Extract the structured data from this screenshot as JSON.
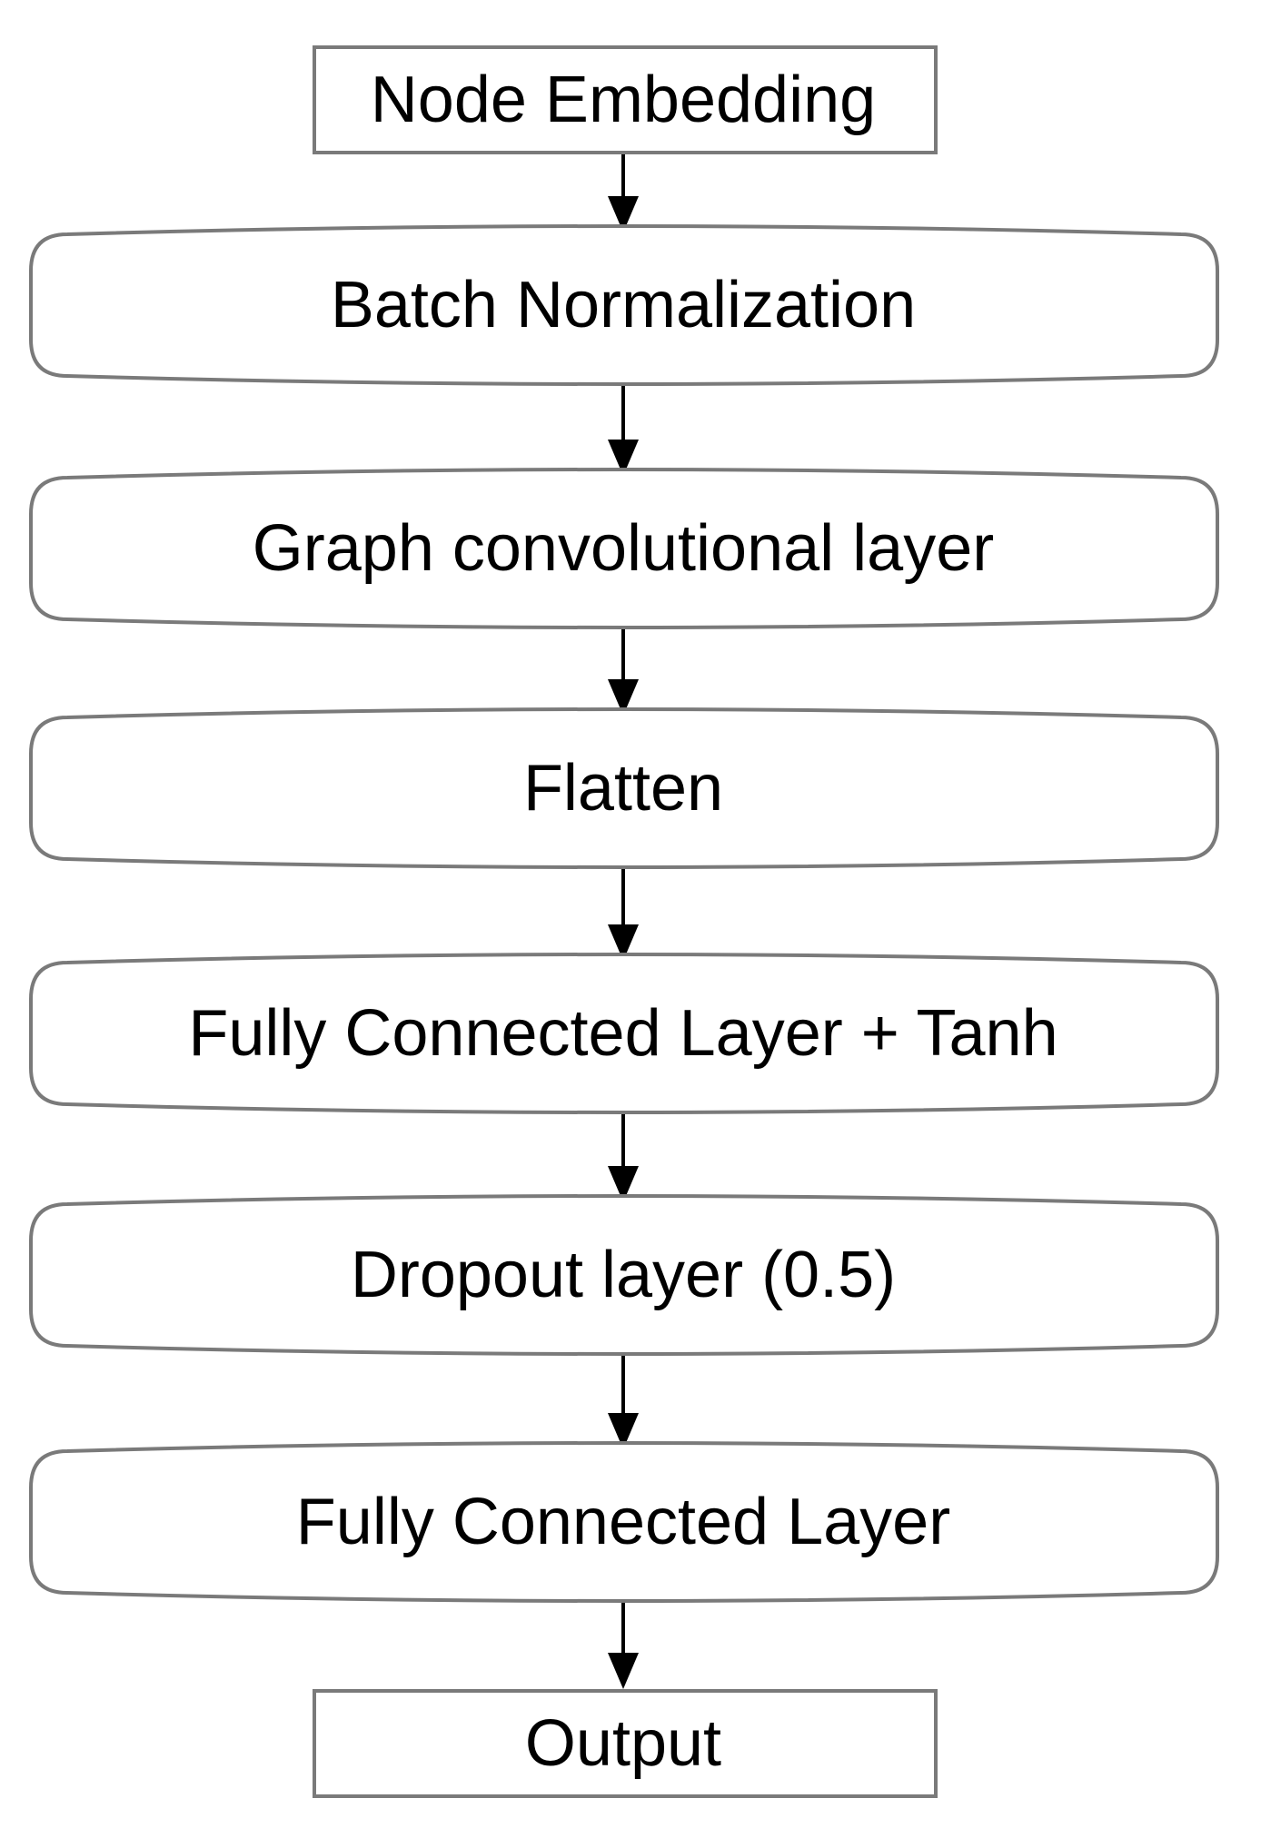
{
  "diagram": {
    "nodes": [
      {
        "id": "n0",
        "shape": "rect",
        "label": "Node Embedding"
      },
      {
        "id": "n1",
        "shape": "rounded",
        "label": "Batch Normalization"
      },
      {
        "id": "n2",
        "shape": "rounded",
        "label": "Graph convolutional layer"
      },
      {
        "id": "n3",
        "shape": "rounded",
        "label": "Flatten"
      },
      {
        "id": "n4",
        "shape": "rounded",
        "label": "Fully Connected Layer + Tanh"
      },
      {
        "id": "n5",
        "shape": "rounded",
        "label": "Dropout layer (0.5)"
      },
      {
        "id": "n6",
        "shape": "rounded",
        "label": "Fully Connected Layer"
      },
      {
        "id": "n7",
        "shape": "rect",
        "label": "Output"
      }
    ],
    "edges": [
      {
        "from": "n0",
        "to": "n1"
      },
      {
        "from": "n1",
        "to": "n2"
      },
      {
        "from": "n2",
        "to": "n3"
      },
      {
        "from": "n3",
        "to": "n4"
      },
      {
        "from": "n4",
        "to": "n5"
      },
      {
        "from": "n5",
        "to": "n6"
      },
      {
        "from": "n6",
        "to": "n7"
      }
    ]
  }
}
